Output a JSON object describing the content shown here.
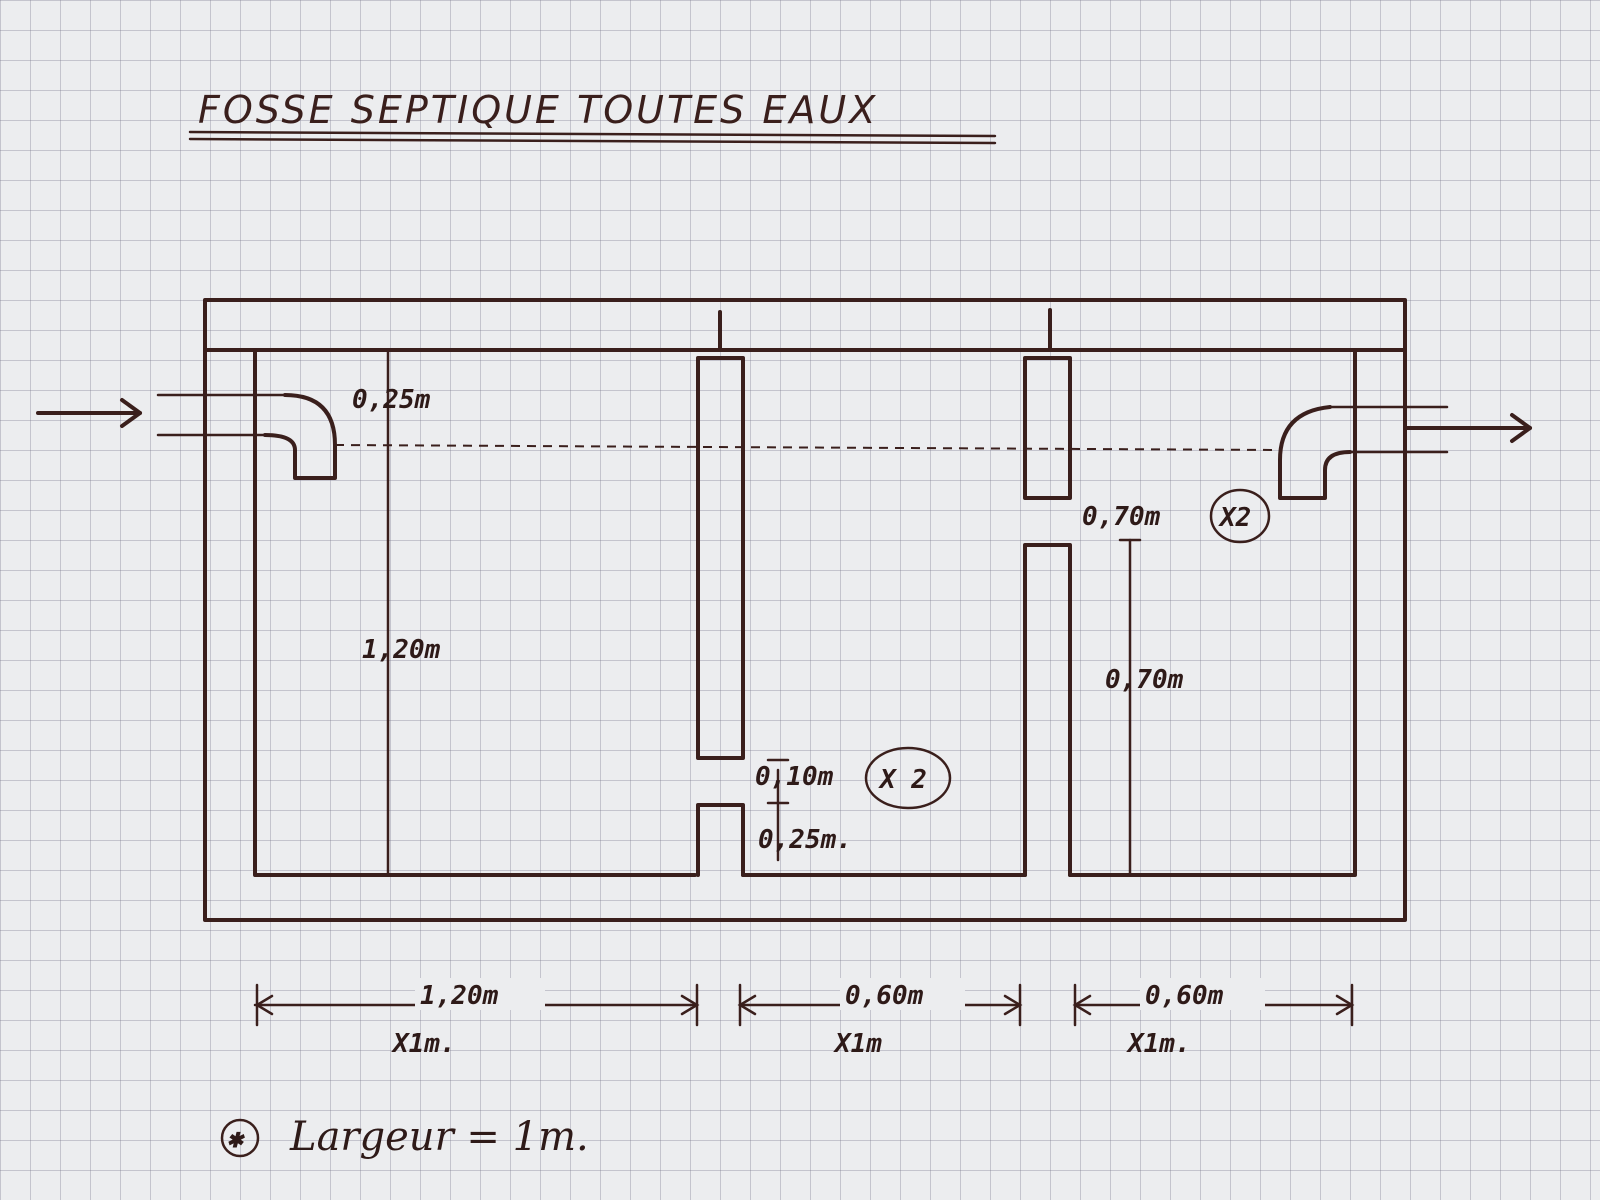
{
  "title": "FOSSE SEPTIQUE  TOUTES EAUX",
  "labels": {
    "inlet_depth": "0,25m",
    "chamber1_height": "1,20m",
    "passage_height": "0,10m",
    "passage_multiplier": "X 2",
    "passage_base": "0,25m.",
    "outlet_gap": "0,70m",
    "outlet_gap_multiplier": "X2",
    "chamber3_lower": "0,70m"
  },
  "dimensions": [
    {
      "length": "1,20m",
      "width": "X1m."
    },
    {
      "length": "0,60m",
      "width": "X1m"
    },
    {
      "length": "0,60m",
      "width": "X1m."
    }
  ],
  "note": {
    "bullet": "✱",
    "text": "Largeur = 1m."
  },
  "colors": {
    "ink": "#3a1f1c",
    "paper": "#ecedef",
    "grid": "#8c8ca0"
  }
}
